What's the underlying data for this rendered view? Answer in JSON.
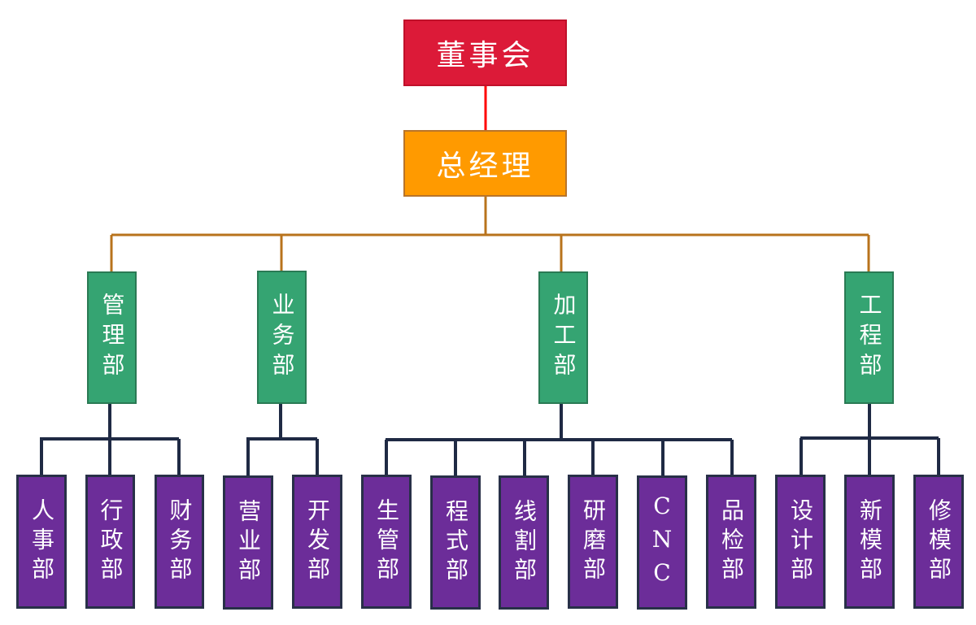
{
  "chart_title": "",
  "colors": {
    "board": "#dc1a38",
    "general_manager": "#ff9a00",
    "department": "#35a472",
    "sub_department": "#6c2d99",
    "line_top": "#ff0000",
    "line_mid": "#b8731c",
    "line_bottom": "#1f2a44"
  },
  "board": {
    "label": "董事会"
  },
  "general_manager": {
    "label": "总经理"
  },
  "departments": [
    {
      "label": "管理部",
      "children": [
        "人事部",
        "行政部",
        "财务部"
      ]
    },
    {
      "label": "业务部",
      "children": [
        "营业部",
        "开发部"
      ]
    },
    {
      "label": "加工部",
      "children": [
        "生管部",
        "程式部",
        "线割部",
        "研磨部",
        "CNC",
        "品检部"
      ]
    },
    {
      "label": "工程部",
      "children": [
        "设计部",
        "新模部",
        "修模部"
      ]
    }
  ]
}
